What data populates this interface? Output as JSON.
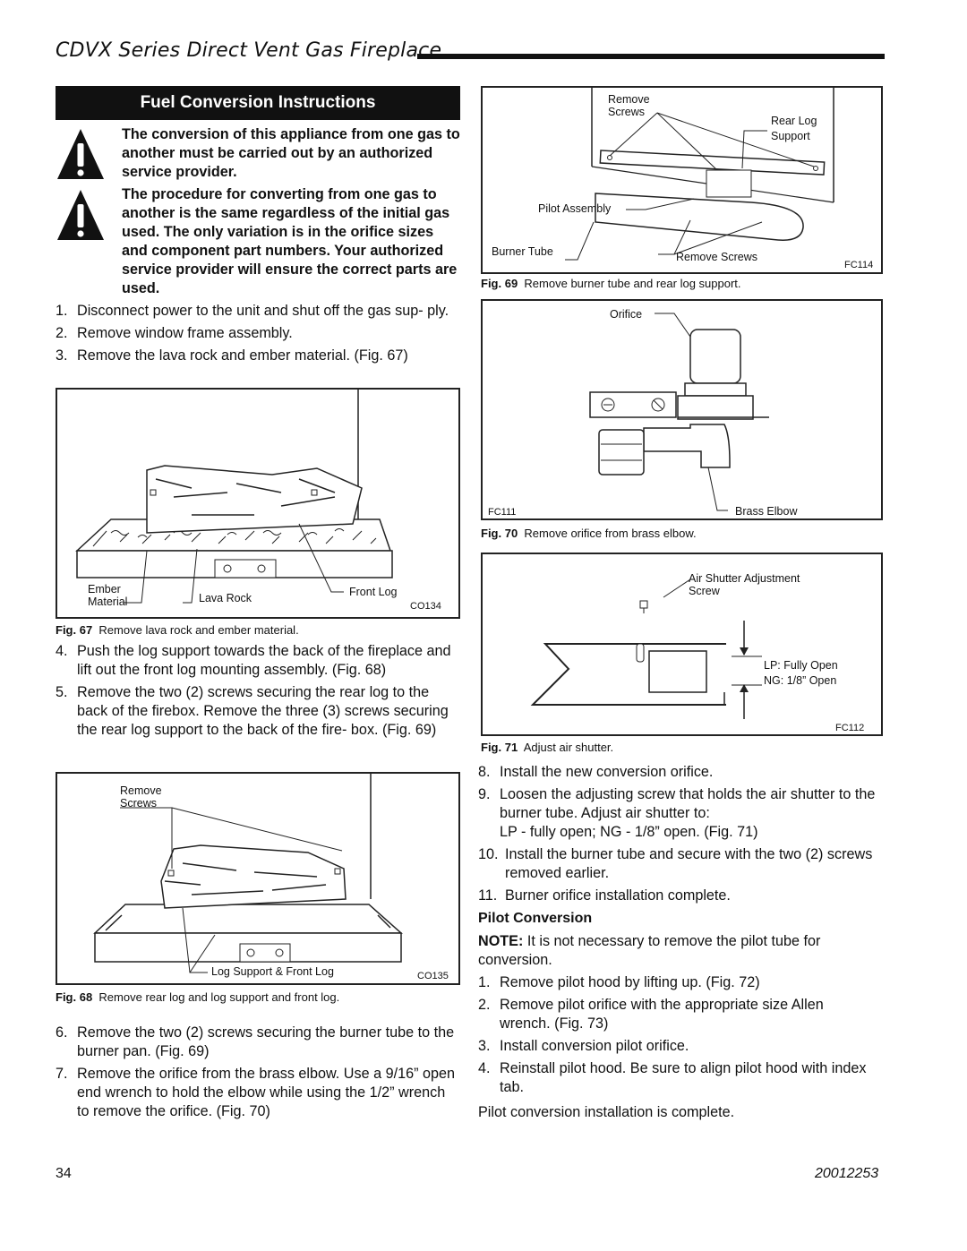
{
  "header": {
    "title": "CDVX Series Direct Vent Gas Fireplace"
  },
  "section_title": "Fuel Conversion Instructions",
  "warnings": [
    "The conversion of this appliance from one gas to another must be carried out by an authorized service provider.",
    "The procedure for converting from one gas to another is the same regardless of the initial gas used. The only variation is in the orifice sizes and component part numbers. Your authorized service provider will ensure the correct parts are used."
  ],
  "steps_a": [
    {
      "n": "1.",
      "t": "Disconnect power to the unit and shut off the gas sup- ply."
    },
    {
      "n": "2.",
      "t": "Remove window frame assembly."
    },
    {
      "n": "3.",
      "t": "Remove the lava rock and ember material. (Fig. 67)"
    }
  ],
  "fig67": {
    "caption_num": "Fig. 67",
    "caption": "Remove lava rock and ember material.",
    "labels": {
      "ember": "Ember",
      "material": "Material",
      "lava": "Lava Rock",
      "front": "Front Log",
      "code": "CO134"
    }
  },
  "steps_b": [
    {
      "n": "4.",
      "t": "Push the log support towards the back of the fireplace and lift out the front log mounting assembly. (Fig. 68)"
    },
    {
      "n": "5.",
      "t": "Remove the two (2) screws securing the rear log to the back of the firebox. Remove the three (3) screws securing the rear log support to the back of the fire- box. (Fig. 69)"
    }
  ],
  "fig68": {
    "caption_num": "Fig. 68",
    "caption": "Remove rear log and log support and front log.",
    "labels": {
      "remove": "Remove",
      "screws": "Screws",
      "support": "Log Support & Front Log",
      "code": "CO135"
    }
  },
  "steps_c": [
    {
      "n": "6.",
      "t": "Remove the two (2) screws securing the burner tube to the burner pan. (Fig. 69)"
    },
    {
      "n": "7.",
      "t": "Remove the orifice from the brass elbow. Use a 9/16” open end wrench to hold the elbow while using the 1/2” wrench to remove the orifice. (Fig. 70)"
    }
  ],
  "fig69": {
    "caption_num": "Fig. 69",
    "caption": "Remove burner tube and rear log support.",
    "labels": {
      "remove": "Remove",
      "screws": "Screws",
      "rearlog": "Rear Log",
      "support": "Support",
      "pilot": "Pilot Assembly",
      "burner": "Burner Tube",
      "removescrews": "Remove Screws",
      "code": "FC114"
    }
  },
  "fig70": {
    "caption_num": "Fig. 70",
    "caption": "Remove orifice from brass elbow.",
    "labels": {
      "orifice": "Orifice",
      "elbow": "Brass Elbow",
      "code": "FC111"
    }
  },
  "fig71": {
    "caption_num": "Fig. 71",
    "caption": "Adjust air shutter.",
    "labels": {
      "air1": "Air Shutter Adjustment",
      "air2": "Screw",
      "lp": "LP: Fully Open",
      "ng": "NG: 1/8” Open",
      "code": "FC112"
    }
  },
  "steps_d": [
    {
      "n": "8.",
      "t": "Install the new conversion orifice."
    },
    {
      "n": "9.",
      "t": "Loosen the adjusting screw that holds the air shutter to the burner tube. Adjust air shutter to:"
    },
    {
      "n": "",
      "t": "LP - fully open; NG - 1/8” open.  (Fig. 71)"
    },
    {
      "n": "10.",
      "t": "Install the burner tube and secure with the two (2) screws removed earlier."
    },
    {
      "n": "11.",
      "t": "Burner orifice installation complete."
    }
  ],
  "pilot": {
    "heading": "Pilot Conversion",
    "note_label": "NOTE:",
    "note": "It is not necessary to remove the pilot tube for conversion.",
    "steps": [
      {
        "n": "1.",
        "t": "Remove pilot hood by lifting up. (Fig. 72)"
      },
      {
        "n": "2.",
        "t": "Remove pilot orifice with the appropriate size Allen wrench. (Fig. 73)"
      },
      {
        "n": "3.",
        "t": "Install conversion pilot orifice."
      },
      {
        "n": "4.",
        "t": "Reinstall pilot hood. Be sure to align pilot hood with index tab."
      }
    ],
    "complete": "Pilot conversion installation is complete."
  },
  "footer": {
    "page": "34",
    "doc": "20012253"
  }
}
